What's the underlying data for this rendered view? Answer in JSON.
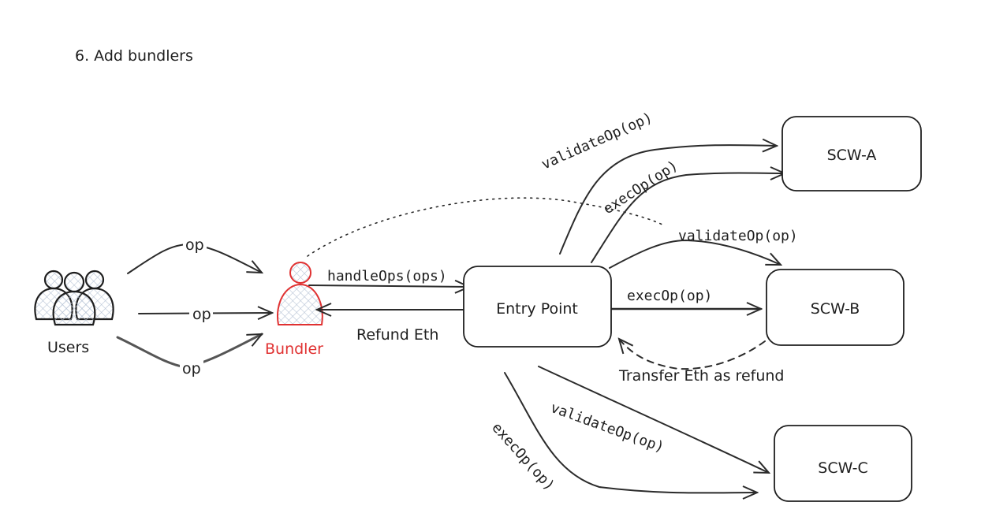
{
  "title": "6. Add bundlers",
  "nodes": {
    "users": "Users",
    "bundler": "Bundler",
    "entry_point": "Entry Point",
    "scw_a": "SCW-A",
    "scw_b": "SCW-B",
    "scw_c": "SCW-C"
  },
  "edges": {
    "user_op_1": "op",
    "user_op_2": "op",
    "user_op_3": "op",
    "handle_ops": "handleOps(ops)",
    "refund_eth": "Refund Eth",
    "validate_a": "validateOp(op)",
    "exec_a": "execOp(op)",
    "validate_b": "validateOp(op)",
    "exec_b": "execOp(op)",
    "transfer_refund": "Transfer Eth as refund",
    "validate_c": "validateOp(op)",
    "exec_c": "execOp(op)"
  },
  "colors": {
    "stroke": "#1e1e1e",
    "bundler": "#e03131",
    "hatch": "#b8c4d6"
  }
}
